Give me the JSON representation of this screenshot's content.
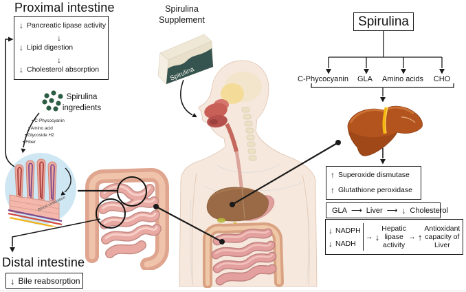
{
  "arrows": {
    "down": "↓",
    "up": "↑",
    "right": "→",
    "right_long": "⟶",
    "bullet": "•"
  },
  "colors": {
    "line_black": "#1a1a1a",
    "supplement_teal": "#35534f",
    "liver_orange": "#b3541e",
    "villi_background": "#cfe7f3",
    "intestine_salmon": "#dfa58e",
    "ingredient_green": "#2d5c44"
  },
  "proximal": {
    "title": "Proximal intestine",
    "steps": [
      "Pancreatic lipase activity",
      "Lipid digestion",
      "Cholesterol absorption"
    ]
  },
  "ingredients": {
    "label": [
      "Spirulina",
      "ingredients"
    ],
    "items": [
      "C-Phycocyanin",
      "Amino acid",
      "Glycoside H2",
      "Fiber"
    ]
  },
  "villi": {
    "caption": "Blood circulation"
  },
  "distal": {
    "title": "Distal intestine",
    "effect": "Bile reabsorption"
  },
  "supplement": {
    "label": [
      "Spirulina",
      "Supplement"
    ],
    "package_text": "Spirulina"
  },
  "spirulina": {
    "title": "Spirulina",
    "components": [
      "C-Phycocyanin",
      "GLA",
      "Amino acids",
      "CHO"
    ]
  },
  "antioxidant_box": {
    "items": [
      "Superoxide dismutase",
      "Glutathione peroxidase"
    ]
  },
  "gla_box": {
    "start": "GLA",
    "via": "Liver",
    "end": "Cholesterol"
  },
  "nadph_box": {
    "inputs": [
      "NADPH",
      "NADH"
    ],
    "mid": [
      "Hepatic",
      "lipase",
      "activity"
    ],
    "result": [
      "Antioxidant",
      "capacity of",
      "Liver"
    ]
  }
}
